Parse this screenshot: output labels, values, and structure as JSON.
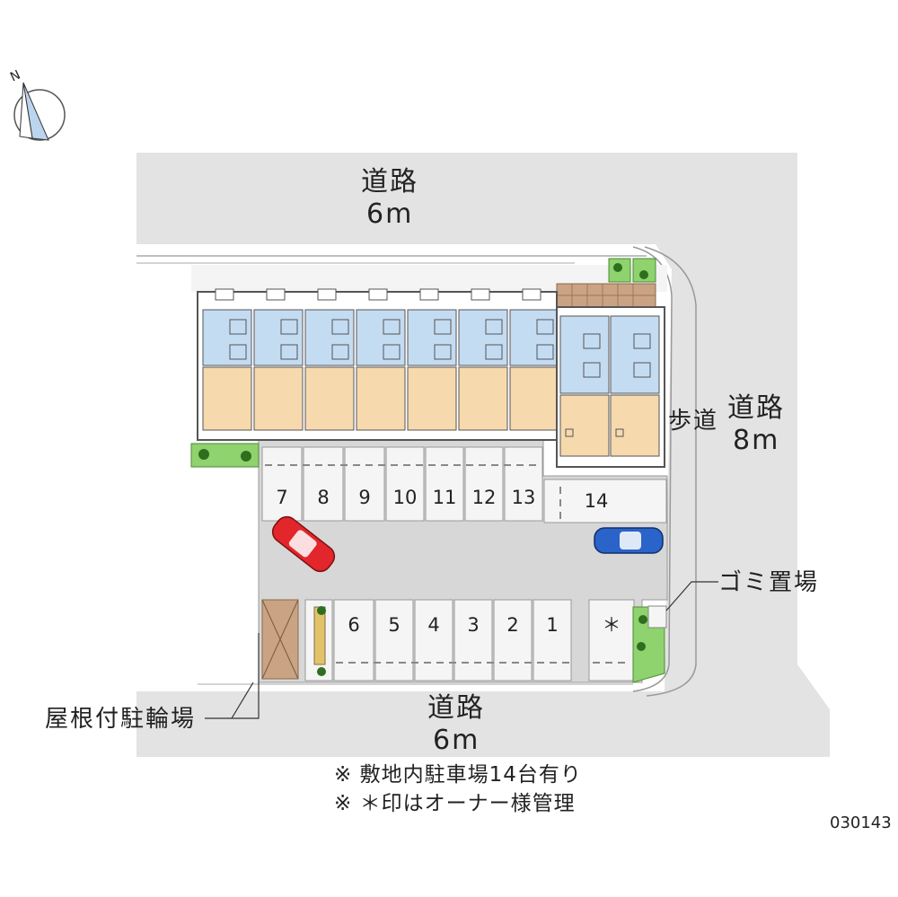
{
  "map": {
    "roads": {
      "north": {
        "name": "道路",
        "width": "6m"
      },
      "east": {
        "name": "道路",
        "width": "8m"
      },
      "south": {
        "name": "道路",
        "width": "6m"
      }
    },
    "sidewalk_label": "歩道",
    "garbage_label": "ゴミ置場",
    "bicycle_label": "屋根付駐輪場",
    "parking_top_labels": [
      "7",
      "8",
      "9",
      "10",
      "11",
      "12",
      "13",
      "14"
    ],
    "parking_bottom_labels": [
      "6",
      "5",
      "4",
      "3",
      "2",
      "1",
      "＊"
    ],
    "notes": [
      "※ 敷地内駐車場14台有り",
      "※ ＊印はオーナー様管理"
    ],
    "property_code": "030143",
    "compass_label": "N",
    "cars": [
      {
        "name": "red-car",
        "color": "#e2262b"
      },
      {
        "name": "blue-car",
        "color": "#2a63c9"
      }
    ],
    "colors": {
      "road": "#e3e3e3",
      "lot": "#d7d7d7",
      "room_blue": "#c4dcf2",
      "room_tan": "#f6d9ad",
      "green": "#8ed36d",
      "tile": "#c9a383"
    }
  }
}
